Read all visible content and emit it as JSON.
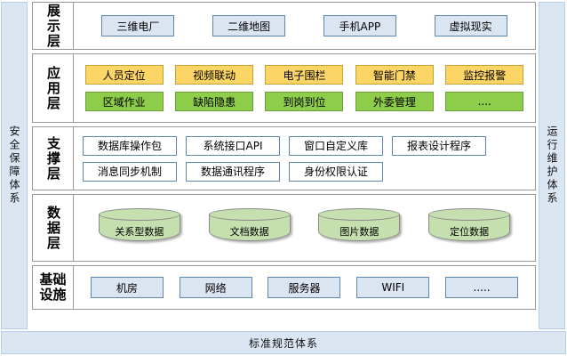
{
  "sides": {
    "left_label": "安全保障体系",
    "right_label": "运行维护体系"
  },
  "footer": {
    "label": "标准规范体系"
  },
  "colors": {
    "side_fill": "#dce6f2",
    "side_border": "#b9cde4",
    "panel_border": "#9a9a9a",
    "blue_fill": "#dbe5f1",
    "blue_border": "#5c87b2",
    "amber_fill": "#fbd565",
    "amber_border": "#c8a22e",
    "green_fill": "#8ecd49",
    "green_border": "#6f9f3b",
    "cylinder_fill": "#c5dfae",
    "cylinder_border": "#8a8a8a"
  },
  "layers": [
    {
      "key": "display",
      "label": "展示层",
      "rows": [
        {
          "style": "blue",
          "items": [
            "三维电厂",
            "二维地图",
            "手机APP",
            "虚拟现实"
          ]
        }
      ]
    },
    {
      "key": "application",
      "label": "应用层",
      "rows": [
        {
          "style": "amber",
          "items": [
            "人员定位",
            "视频联动",
            "电子围栏",
            "智能门禁",
            "监控报警"
          ]
        },
        {
          "style": "green",
          "items": [
            "区域作业",
            "缺陷隐患",
            "到岗到位",
            "外委管理",
            "...."
          ]
        }
      ]
    },
    {
      "key": "support",
      "label": "支撑层",
      "rows": [
        {
          "style": "white",
          "items": [
            "数据库操作包",
            "系统接口API",
            "窗口自定义库",
            "报表设计程序"
          ]
        },
        {
          "style": "white",
          "items": [
            "消息同步机制",
            "数据通讯程序",
            "身份权限认证"
          ]
        }
      ]
    },
    {
      "key": "data",
      "label": "数据层",
      "rows": [
        {
          "style": "cylinder",
          "items": [
            "关系型数据",
            "文档数据",
            "图片数据",
            "定位数据"
          ]
        }
      ]
    },
    {
      "key": "infrastructure",
      "label": "基础设施",
      "rows": [
        {
          "style": "blue",
          "items": [
            "机房",
            "网络",
            "服务器",
            "WIFI",
            "....."
          ]
        }
      ]
    }
  ]
}
